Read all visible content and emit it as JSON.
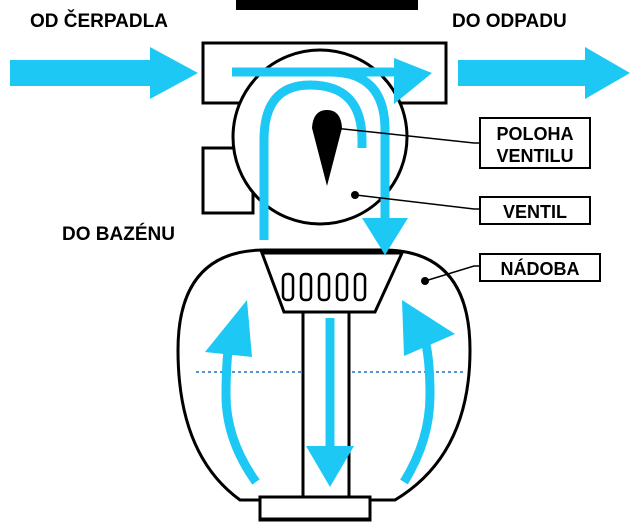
{
  "labels": {
    "from_pump": "OD ČERPADLA",
    "to_waste": "DO ODPADU",
    "to_pool": "DO BAZÉNU"
  },
  "callouts": {
    "valve_position_line1": "POLOHA",
    "valve_position_line2": "VENTILU",
    "valve": "VENTIL",
    "vessel": "NÁDOBA"
  },
  "colors": {
    "flow": "#1ec8f5",
    "outline": "#000000",
    "water_level": "#1e6ec8",
    "background": "#ffffff"
  }
}
